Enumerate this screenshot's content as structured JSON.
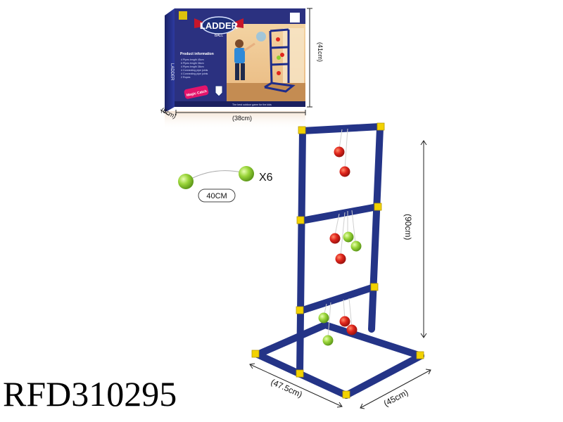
{
  "product_code": "RFD310295",
  "box": {
    "logo_text": "LADDER",
    "logo_sub": "BALL",
    "info_heading": "Product information",
    "info_lines": [
      "4 Pipes length 45cm",
      "6 Pipes length 38cm",
      "4 Pipes length 38cm",
      "4 Connecting pipe joints",
      "4 Connecting pipe joints",
      "2 Ropes"
    ],
    "badge_text": "Magic Catch",
    "footer_text": "The best outdoor game for the kids"
  },
  "dimensions": {
    "box_height": "(41cm)",
    "box_width": "(38cm)",
    "box_depth": "(8cm)",
    "ladder_height": "(90cm)",
    "base_width": "(47.5cm)",
    "base_depth": "(45cm)",
    "rope_length": "40CM",
    "bola_quantity": "X6"
  },
  "colors": {
    "frame": "#2b3a8c",
    "joint": "#f2d200",
    "red_ball": "#d8261e",
    "green_ball": "#8ccf2e"
  }
}
